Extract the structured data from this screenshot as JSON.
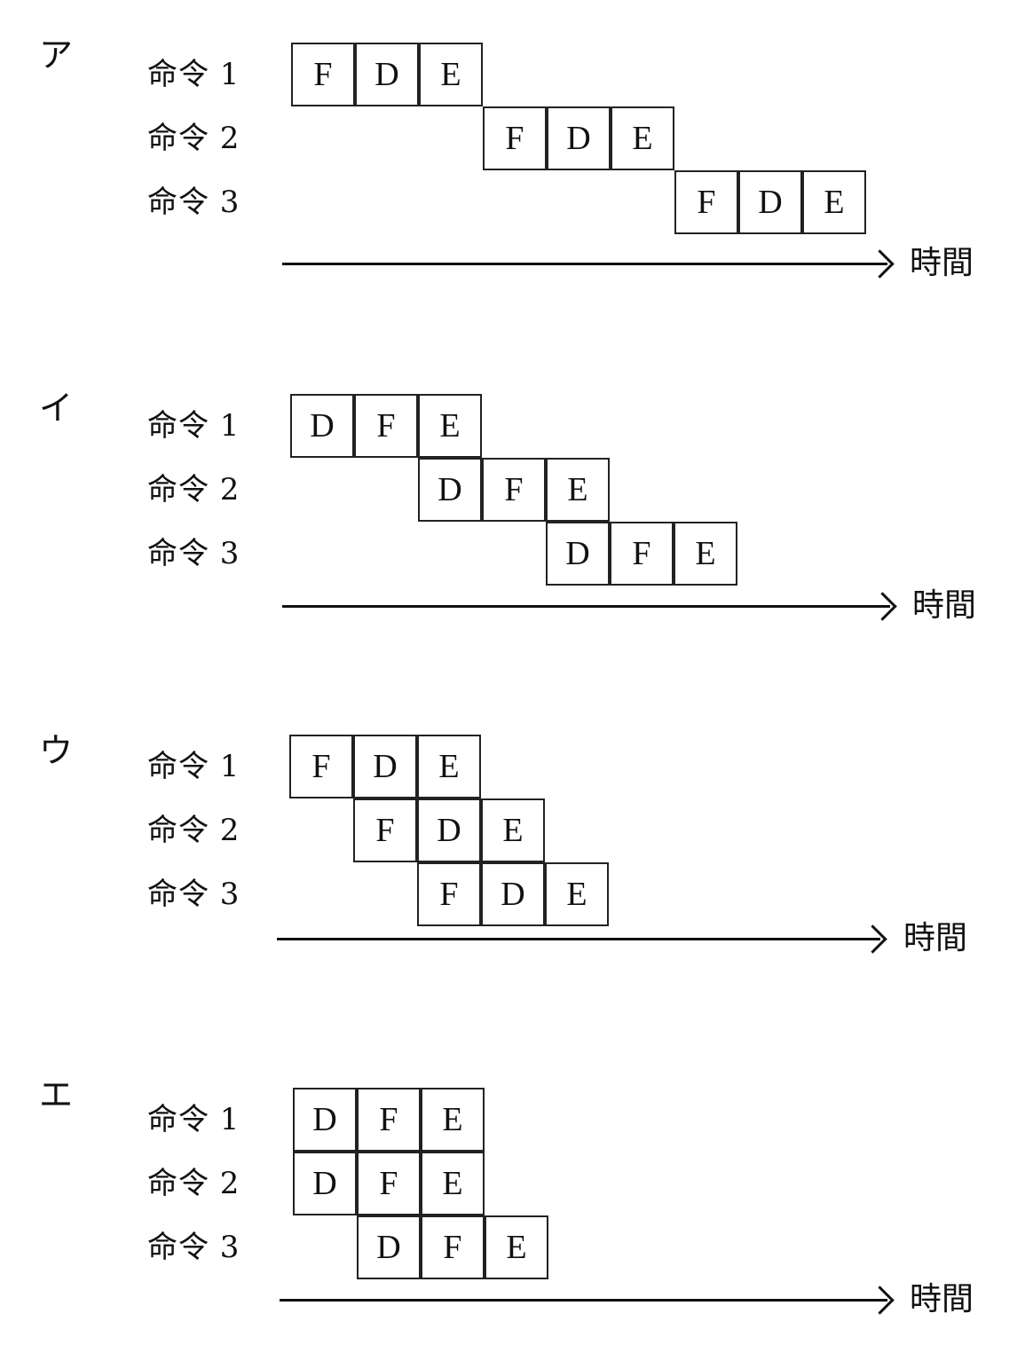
{
  "time_label": "時間",
  "panels": [
    {
      "label": "ア",
      "rows": [
        {
          "label": "命令 1",
          "stages": [
            "F",
            "D",
            "E"
          ],
          "start": 0
        },
        {
          "label": "命令 2",
          "stages": [
            "F",
            "D",
            "E"
          ],
          "start": 3
        },
        {
          "label": "命令 3",
          "stages": [
            "F",
            "D",
            "E"
          ],
          "start": 6
        }
      ]
    },
    {
      "label": "イ",
      "rows": [
        {
          "label": "命令 1",
          "stages": [
            "D",
            "F",
            "E"
          ],
          "start": 0
        },
        {
          "label": "命令 2",
          "stages": [
            "D",
            "F",
            "E"
          ],
          "start": 2
        },
        {
          "label": "命令 3",
          "stages": [
            "D",
            "F",
            "E"
          ],
          "start": 4
        }
      ]
    },
    {
      "label": "ウ",
      "rows": [
        {
          "label": "命令 1",
          "stages": [
            "F",
            "D",
            "E"
          ],
          "start": 0
        },
        {
          "label": "命令 2",
          "stages": [
            "F",
            "D",
            "E"
          ],
          "start": 1
        },
        {
          "label": "命令 3",
          "stages": [
            "F",
            "D",
            "E"
          ],
          "start": 2
        }
      ]
    },
    {
      "label": "エ",
      "rows": [
        {
          "label": "命令 1",
          "stages": [
            "D",
            "F",
            "E"
          ],
          "start": 0
        },
        {
          "label": "命令 2",
          "stages": [
            "D",
            "F",
            "E"
          ],
          "start": 0
        },
        {
          "label": "命令 3",
          "stages": [
            "D",
            "F",
            "E"
          ],
          "start": 1
        }
      ]
    }
  ]
}
